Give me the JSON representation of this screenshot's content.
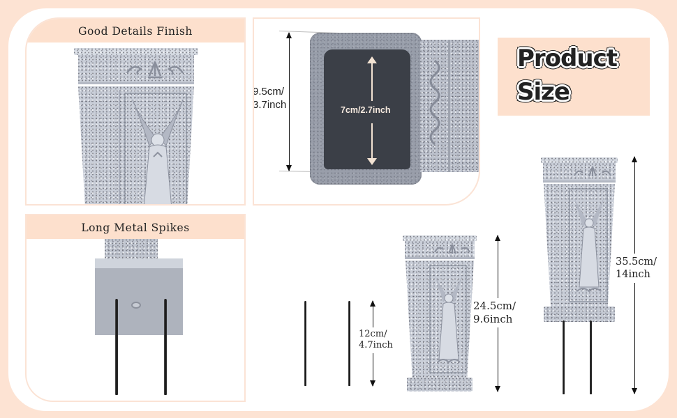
{
  "panels": {
    "details": {
      "caption": "Good Details Finish"
    },
    "opening": {
      "outer_dimension": {
        "cm": "9.5cm/",
        "inch": "3.7inch"
      },
      "inner_dimension": "7cm/2.7inch"
    },
    "spikes": {
      "caption": "Long Metal Spikes"
    }
  },
  "title": {
    "line1": "Product",
    "line2": "Size"
  },
  "dimensions": {
    "spike": {
      "cm": "12cm/",
      "inch": "4.7inch"
    },
    "vase": {
      "cm": "24.5cm/",
      "inch": "9.6inch"
    },
    "vase_with_spikes": {
      "cm": "35.5cm/",
      "inch": "14inch"
    }
  },
  "colors": {
    "background": "#fde3d3",
    "caption_bg": "#fde0cd",
    "granite": "#c9ced8",
    "text": "#222222"
  }
}
